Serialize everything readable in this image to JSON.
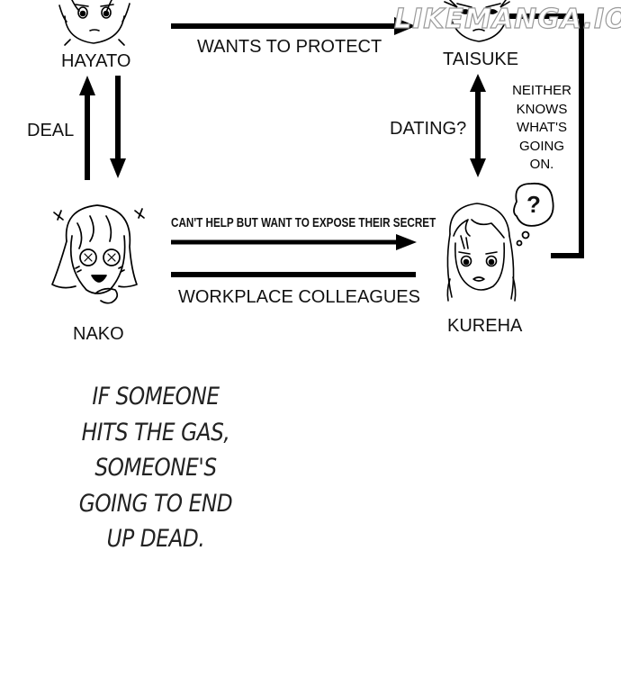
{
  "watermark": "LIKEMANGA.IO",
  "characters": {
    "hayato": "HAYATO",
    "taisuke": "TAISUKE",
    "nako": "NAKO",
    "kureha": "KUREHA"
  },
  "relations": {
    "hayato_to_taisuke": "WANTS TO PROTECT",
    "hayato_nako": "DEAL",
    "taisuke_kureha": "DATING?",
    "nako_to_kureha": "CAN'T HELP BUT WANT TO EXPOSE THEIR SECRET",
    "nako_kureha": "WORKPLACE COLLEAGUES",
    "neither_knows": "NEITHER\nKNOWS\nWHAT'S\nGOING\nON."
  },
  "thought_bubble": "?",
  "narration": [
    "IF SOMEONE",
    "HITS THE GAS,",
    "SOMEONE'S",
    "GOING TO END",
    "UP DEAD."
  ]
}
